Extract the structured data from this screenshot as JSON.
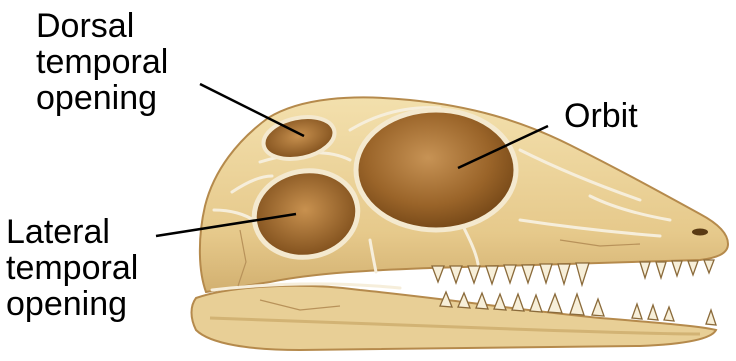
{
  "labels": {
    "dorsal": [
      "Dorsal",
      "temporal",
      "opening"
    ],
    "orbit": "Orbit",
    "lateral": [
      "Lateral",
      "temporal",
      "opening"
    ]
  },
  "colors": {
    "bone": "#ecd49a",
    "bone_shade": "#d9b774",
    "suture": "#f3ead2",
    "opening": "#8f5a22",
    "outline": "#b58a4c"
  }
}
